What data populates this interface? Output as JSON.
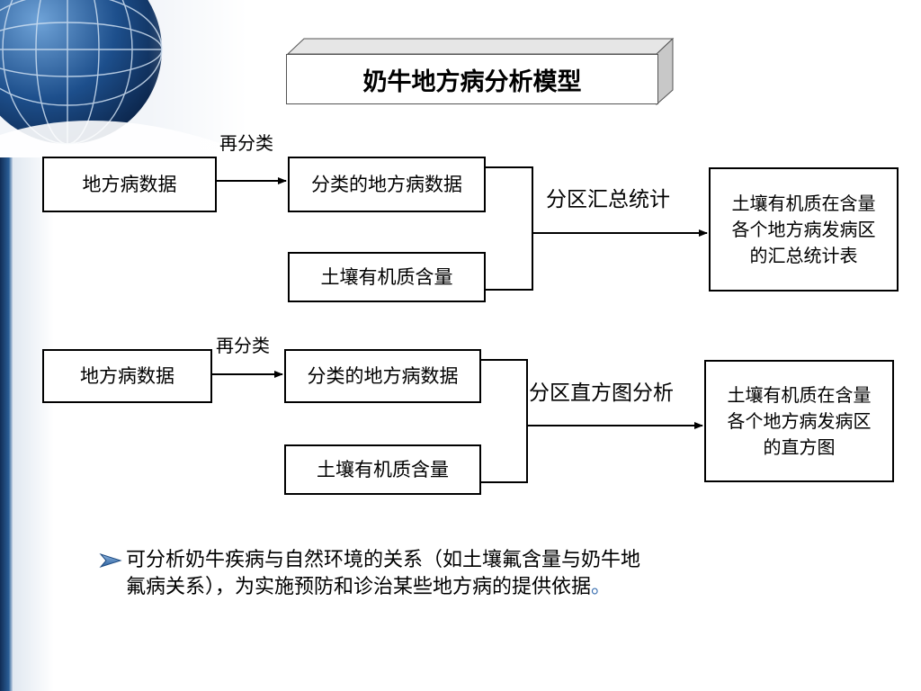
{
  "title": "奶牛地方病分析模型",
  "flow_1": {
    "source": "地方病数据",
    "reclassify_label": "再分类",
    "classified": "分类的地方病数据",
    "soil": "土壤有机质含量",
    "method": "分区汇总统计",
    "result_lines": [
      "土壤有机质在含量",
      "各个地方病发病区",
      "的汇总统计表"
    ]
  },
  "flow_2": {
    "source": "地方病数据",
    "reclassify_label": "再分类",
    "classified": "分类的地方病数据",
    "soil": "土壤有机质含量",
    "method": "分区直方图分析",
    "result_lines": [
      "土壤有机质在含量",
      "各个地方病发病区",
      "的直方图"
    ]
  },
  "note": {
    "line_1": "可分析奶牛疾病与自然环境的关系（如土壤氟含量与奶牛地",
    "line_2": "氟病关系），为实施预防和诊治某些地方病的提供依据",
    "line_2_end": "。"
  },
  "colors": {
    "accent_dark_blue": "#0d2c56",
    "bullet_blue": "#3a6fb0",
    "line": "#000000"
  },
  "icons": {
    "bullet": "chevron-right-icon",
    "arrowhead": "arrowhead-icon",
    "decoration": "globe-icon"
  }
}
